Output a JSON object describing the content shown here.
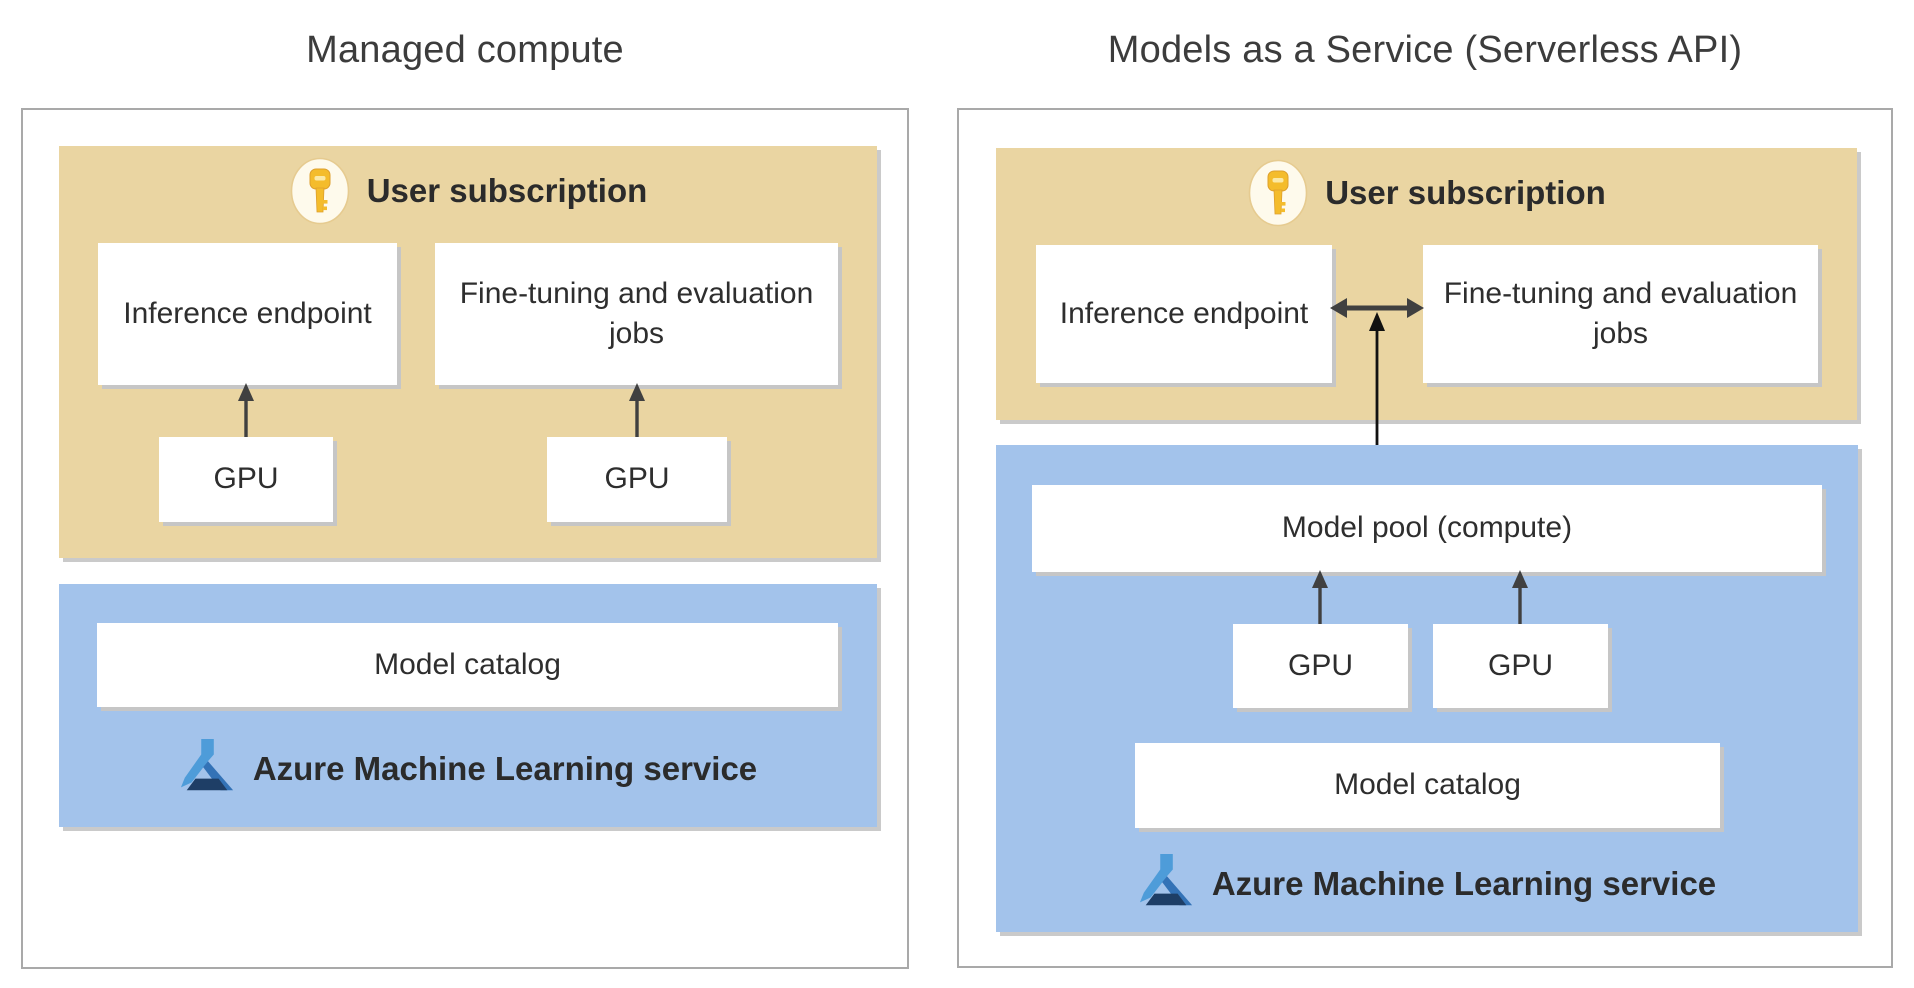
{
  "colors": {
    "subscription_zone_bg": "#EAD5A2",
    "service_zone_bg": "#A3C3EB",
    "box_bg": "#FFFFFF",
    "arrow_gray": "#404040",
    "connector_black": "#111111",
    "panel_border": "#A9A9A9",
    "title_text": "#3C3C3C",
    "body_text": "#2E2E2E",
    "key_gold": "#F4BC2C",
    "azure_ml_blue": "#3372B6"
  },
  "panels": {
    "left": {
      "title": "Managed compute",
      "subscription": {
        "label": "User subscription",
        "icon": "key-icon",
        "inference_box": "Inference endpoint",
        "finetune_box": "Fine-tuning and evaluation jobs",
        "gpu1": "GPU",
        "gpu2": "GPU"
      },
      "service": {
        "label": "Azure Machine Learning service",
        "icon": "azure-ml-icon",
        "catalog_box": "Model catalog"
      }
    },
    "right": {
      "title": "Models as a Service (Serverless API)",
      "subscription": {
        "label": "User subscription",
        "icon": "key-icon",
        "inference_box": "Inference endpoint",
        "finetune_box": "Fine-tuning and evaluation jobs"
      },
      "service": {
        "label": "Azure Machine Learning service",
        "icon": "azure-ml-icon",
        "pool_box": "Model pool (compute)",
        "gpu1": "GPU",
        "gpu2": "GPU",
        "catalog_box": "Model catalog"
      }
    }
  }
}
